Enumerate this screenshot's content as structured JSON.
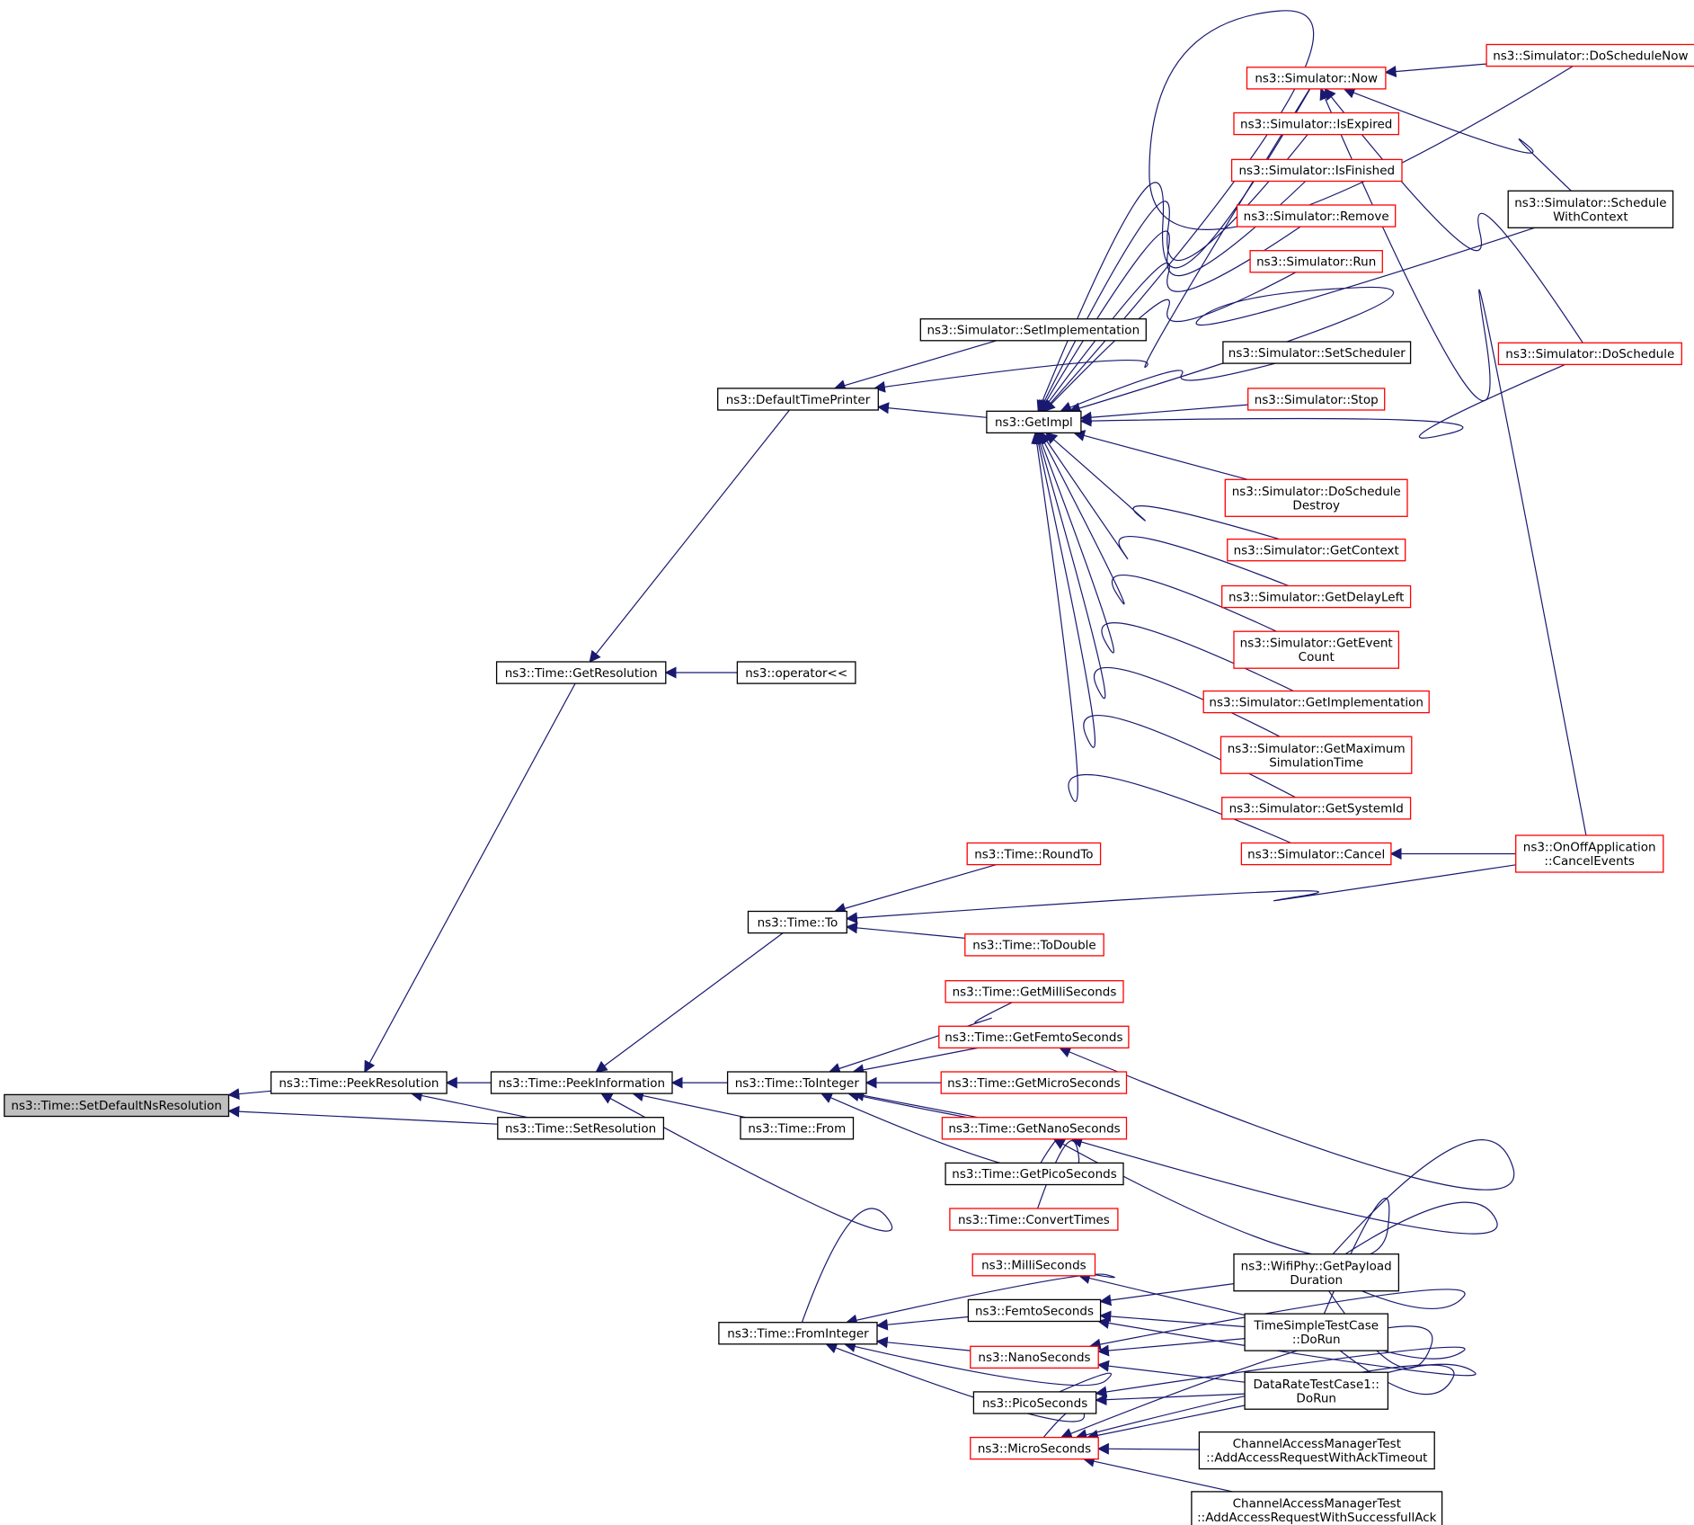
{
  "diagram": {
    "colors": {
      "edge": "#191970",
      "root_fill": "#bfbfbf",
      "node_fill": "#ffffff",
      "border_normal": "#000000",
      "border_red": "#ff0000"
    },
    "nodes": [
      {
        "id": "root",
        "lines": [
          "ns3::Time::SetDefaultNsResolution"
        ],
        "style": "root"
      },
      {
        "id": "peekRes",
        "lines": [
          "ns3::Time::PeekResolution"
        ],
        "style": "black"
      },
      {
        "id": "setRes",
        "lines": [
          "ns3::Time::SetResolution"
        ],
        "style": "black"
      },
      {
        "id": "getRes",
        "lines": [
          "ns3::Time::GetResolution"
        ],
        "style": "black"
      },
      {
        "id": "peekInfo",
        "lines": [
          "ns3::Time::PeekInformation"
        ],
        "style": "black"
      },
      {
        "id": "defPrinter",
        "lines": [
          "ns3::DefaultTimePrinter"
        ],
        "style": "black"
      },
      {
        "id": "opShift",
        "lines": [
          "ns3::operator<<"
        ],
        "style": "black"
      },
      {
        "id": "setImpl",
        "lines": [
          "ns3::Simulator::SetImplementation"
        ],
        "style": "black"
      },
      {
        "id": "getImpl",
        "lines": [
          "ns3::GetImpl"
        ],
        "style": "black"
      },
      {
        "id": "simNow",
        "lines": [
          "ns3::Simulator::Now"
        ],
        "style": "red"
      },
      {
        "id": "simIsExpired",
        "lines": [
          "ns3::Simulator::IsExpired"
        ],
        "style": "red"
      },
      {
        "id": "simIsFinished",
        "lines": [
          "ns3::Simulator::IsFinished"
        ],
        "style": "red"
      },
      {
        "id": "simRemove",
        "lines": [
          "ns3::Simulator::Remove"
        ],
        "style": "red"
      },
      {
        "id": "simRun",
        "lines": [
          "ns3::Simulator::Run"
        ],
        "style": "red"
      },
      {
        "id": "simSetScheduler",
        "lines": [
          "ns3::Simulator::SetScheduler"
        ],
        "style": "black"
      },
      {
        "id": "simStop",
        "lines": [
          "ns3::Simulator::Stop"
        ],
        "style": "red"
      },
      {
        "id": "simDoScheduleDestroy",
        "lines": [
          "ns3::Simulator::DoSchedule",
          "Destroy"
        ],
        "style": "red"
      },
      {
        "id": "simGetContext",
        "lines": [
          "ns3::Simulator::GetContext"
        ],
        "style": "red"
      },
      {
        "id": "simGetDelayLeft",
        "lines": [
          "ns3::Simulator::GetDelayLeft"
        ],
        "style": "red"
      },
      {
        "id": "simGetEventCount",
        "lines": [
          "ns3::Simulator::GetEvent",
          "Count"
        ],
        "style": "red"
      },
      {
        "id": "simGetImplementation",
        "lines": [
          "ns3::Simulator::GetImplementation"
        ],
        "style": "red"
      },
      {
        "id": "simGetMaxSimTime",
        "lines": [
          "ns3::Simulator::GetMaximum",
          "SimulationTime"
        ],
        "style": "red"
      },
      {
        "id": "simGetSystemId",
        "lines": [
          "ns3::Simulator::GetSystemId"
        ],
        "style": "red"
      },
      {
        "id": "simCancel",
        "lines": [
          "ns3::Simulator::Cancel"
        ],
        "style": "red"
      },
      {
        "id": "simDoScheduleNow",
        "lines": [
          "ns3::Simulator::DoScheduleNow"
        ],
        "style": "red"
      },
      {
        "id": "simScheduleWithContext",
        "lines": [
          "ns3::Simulator::Schedule",
          "WithContext"
        ],
        "style": "black"
      },
      {
        "id": "simDoSchedule",
        "lines": [
          "ns3::Simulator::DoSchedule"
        ],
        "style": "red"
      },
      {
        "id": "onOffCancel",
        "lines": [
          "ns3::OnOffApplication",
          "::CancelEvents"
        ],
        "style": "red"
      },
      {
        "id": "timeRoundTo",
        "lines": [
          "ns3::Time::RoundTo"
        ],
        "style": "red"
      },
      {
        "id": "timeTo",
        "lines": [
          "ns3::Time::To"
        ],
        "style": "black"
      },
      {
        "id": "timeToDouble",
        "lines": [
          "ns3::Time::ToDouble"
        ],
        "style": "red"
      },
      {
        "id": "timeToInteger",
        "lines": [
          "ns3::Time::ToInteger"
        ],
        "style": "black"
      },
      {
        "id": "timeFrom",
        "lines": [
          "ns3::Time::From"
        ],
        "style": "black"
      },
      {
        "id": "timeFromInteger",
        "lines": [
          "ns3::Time::FromInteger"
        ],
        "style": "black"
      },
      {
        "id": "getMilli",
        "lines": [
          "ns3::Time::GetMilliSeconds"
        ],
        "style": "red"
      },
      {
        "id": "getFemto",
        "lines": [
          "ns3::Time::GetFemtoSeconds"
        ],
        "style": "red"
      },
      {
        "id": "getMicro",
        "lines": [
          "ns3::Time::GetMicroSeconds"
        ],
        "style": "red"
      },
      {
        "id": "getNano",
        "lines": [
          "ns3::Time::GetNanoSeconds"
        ],
        "style": "red"
      },
      {
        "id": "getPico",
        "lines": [
          "ns3::Time::GetPicoSeconds"
        ],
        "style": "black"
      },
      {
        "id": "convertTimes",
        "lines": [
          "ns3::Time::ConvertTimes"
        ],
        "style": "red"
      },
      {
        "id": "milliSeconds",
        "lines": [
          "ns3::MilliSeconds"
        ],
        "style": "red"
      },
      {
        "id": "femtoSeconds",
        "lines": [
          "ns3::FemtoSeconds"
        ],
        "style": "black"
      },
      {
        "id": "nanoSeconds",
        "lines": [
          "ns3::NanoSeconds"
        ],
        "style": "red"
      },
      {
        "id": "picoSeconds",
        "lines": [
          "ns3::PicoSeconds"
        ],
        "style": "black"
      },
      {
        "id": "microSeconds",
        "lines": [
          "ns3::MicroSeconds"
        ],
        "style": "red"
      },
      {
        "id": "wifiPhy",
        "lines": [
          "ns3::WifiPhy::GetPayload",
          "Duration"
        ],
        "style": "black"
      },
      {
        "id": "timeSimpleTest",
        "lines": [
          "TimeSimpleTestCase",
          "::DoRun"
        ],
        "style": "black"
      },
      {
        "id": "dataRateTest",
        "lines": [
          "DataRateTestCase1::",
          "DoRun"
        ],
        "style": "black"
      },
      {
        "id": "camtAckTimeout",
        "lines": [
          "ChannelAccessManagerTest",
          "::AddAccessRequestWithAckTimeout"
        ],
        "style": "black"
      },
      {
        "id": "camtSuccessfullAck",
        "lines": [
          "ChannelAccessManagerTest",
          "::AddAccessRequestWithSuccessfullAck"
        ],
        "style": "black"
      }
    ]
  }
}
